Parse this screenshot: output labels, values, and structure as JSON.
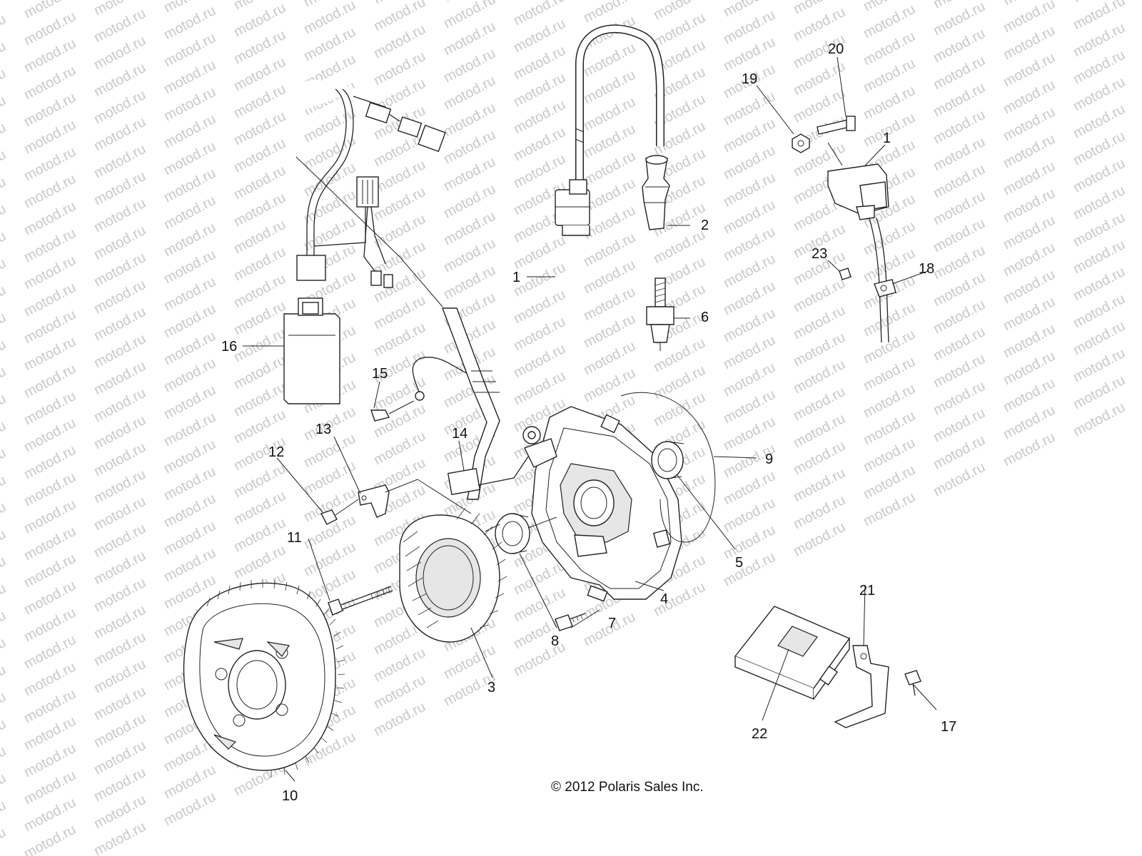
{
  "watermark": {
    "text": "motod.ru"
  },
  "copyright": "© 2012 Polaris Sales Inc.",
  "callouts": {
    "c1a": "1",
    "c1b": "1",
    "c2": "2",
    "c3": "3",
    "c4": "4",
    "c5": "5",
    "c6": "6",
    "c7": "7",
    "c8": "8",
    "c9": "9",
    "c10": "10",
    "c11": "11",
    "c12": "12",
    "c13": "13",
    "c14": "14",
    "c15": "15",
    "c16": "16",
    "c17": "17",
    "c18": "18",
    "c19": "19",
    "c20": "20",
    "c21": "21",
    "c22": "22",
    "c23": "23"
  }
}
